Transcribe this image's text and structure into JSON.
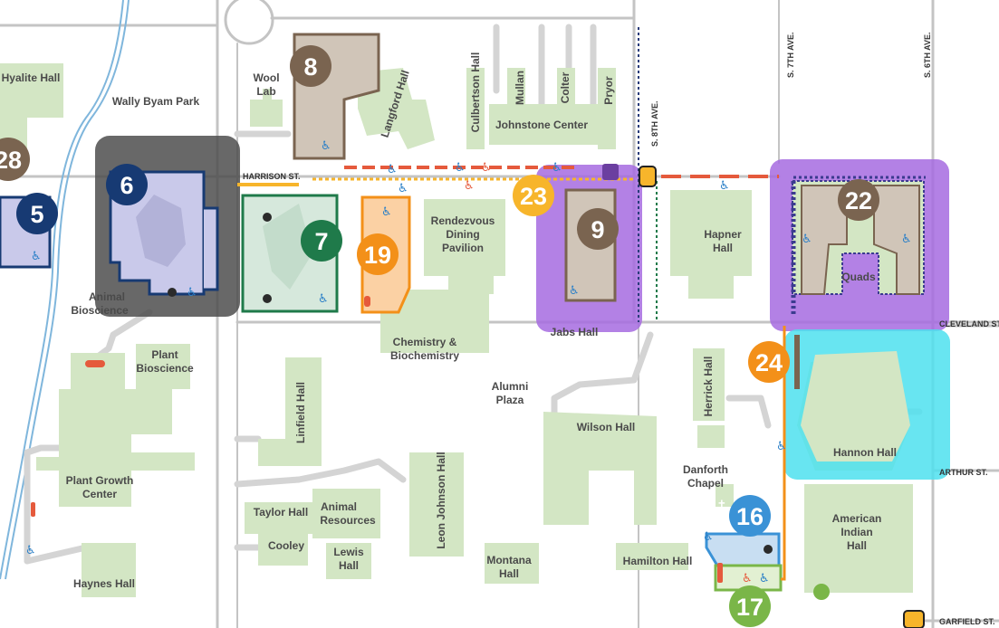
{
  "colors": {
    "building": "#d3e6c4",
    "path": "#d9d9d9",
    "road": "#bdbdbd",
    "grey_halo": "#4d4d4d",
    "purple_halo": "#a66be0",
    "cyan_halo": "#4de0ee",
    "brown": "#7a6450",
    "navy": "#173a73",
    "green": "#1f7a4a",
    "orange": "#f39019",
    "yellow": "#f7b52b",
    "blue": "#3a92d6",
    "lime": "#7ab648",
    "access_blue": "#2a7fc7",
    "access_red": "#e55a3c"
  },
  "markers": [
    {
      "id": "m28",
      "label": "28",
      "color": "#7a6450"
    },
    {
      "id": "m5",
      "label": "5",
      "color": "#173a73"
    },
    {
      "id": "m6",
      "label": "6",
      "color": "#173a73"
    },
    {
      "id": "m8",
      "label": "8",
      "color": "#7a6450"
    },
    {
      "id": "m7",
      "label": "7",
      "color": "#1f7a4a"
    },
    {
      "id": "m19",
      "label": "19",
      "color": "#f39019"
    },
    {
      "id": "m23",
      "label": "23",
      "color": "#f7b52b"
    },
    {
      "id": "m9",
      "label": "9",
      "color": "#7a6450"
    },
    {
      "id": "m22",
      "label": "22",
      "color": "#7a6450"
    },
    {
      "id": "m24",
      "label": "24",
      "color": "#f39019"
    },
    {
      "id": "m16",
      "label": "16",
      "color": "#3a92d6"
    },
    {
      "id": "m17",
      "label": "17",
      "color": "#7ab648"
    }
  ],
  "labels": {
    "hyalite_hall": "Hyalite Hall",
    "wally_byam_park": "Wally Byam Park",
    "wool_lab_1": "Wool",
    "wool_lab_2": "Lab",
    "langford_hall": "Langford Hall",
    "culbertson_hall": "Culbertson Hall",
    "mullan": "Mullan",
    "colter": "Colter",
    "pryor": "Pryor",
    "johnstone_center": "Johnstone Center",
    "rendezvous_1": "Rendezvous",
    "rendezvous_2": "Dining",
    "rendezvous_3": "Pavilion",
    "hapner_1": "Hapner",
    "hapner_2": "Hall",
    "quads": "Quads",
    "animal_bio_1": "Animal",
    "animal_bio_2": "Bioscience",
    "plant_bio_1": "Plant",
    "plant_bio_2": "Bioscience",
    "chem_1": "Chemistry &",
    "chem_2": "Biochemistry",
    "jabs_hall": "Jabs Hall",
    "alumni_1": "Alumni",
    "alumni_2": "Plaza",
    "linfield_hall": "Linfield Hall",
    "herrick_hall": "Herrick Hall",
    "wilson_hall": "Wilson Hall",
    "hannon_hall": "Hannon Hall",
    "plant_growth_1": "Plant Growth",
    "plant_growth_2": "Center",
    "taylor_hall": "Taylor Hall",
    "animal_res_1": "Animal",
    "animal_res_2": "Resources",
    "leon_johnson_hall": "Leon Johnson Hall",
    "danforth_1": "Danforth",
    "danforth_2": "Chapel",
    "cooley": "Cooley",
    "lewis_1": "Lewis",
    "lewis_2": "Hall",
    "american_1": "American",
    "american_2": "Indian",
    "american_3": "Hall",
    "montana_1": "Montana",
    "montana_2": "Hall",
    "hamilton_hall": "Hamilton Hall",
    "haynes_hall": "Haynes Hall"
  },
  "streets": {
    "harrison": "HARRISON ST.",
    "s_8th": "S. 8TH AVE.",
    "s_7th": "S. 7TH AVE.",
    "s_6th": "S. 6TH AVE.",
    "cleveland": "CLEVELAND ST.",
    "arthur": "ARTHUR ST.",
    "garfield": "GARFIELD ST."
  },
  "icons": {
    "accessible": "♿",
    "cafe": "cafe-icon",
    "bus": "bus-stop-icon",
    "ev": "ev-charging-icon",
    "chapel_cross": "✝"
  }
}
